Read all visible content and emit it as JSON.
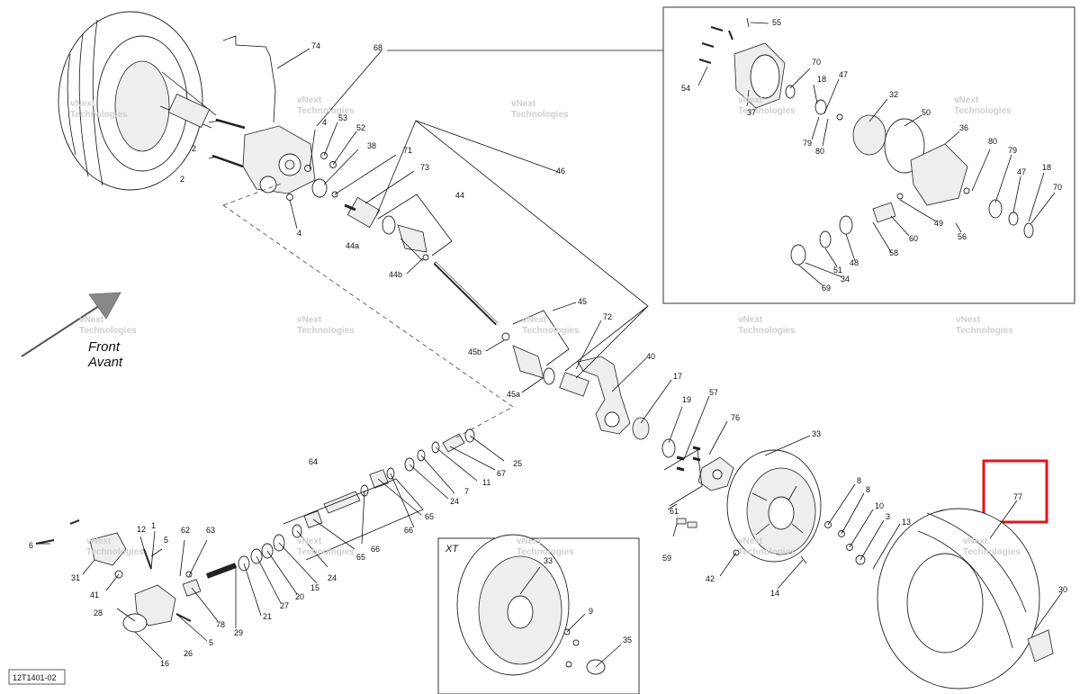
{
  "direction": {
    "front": "Front",
    "avant": "Avant"
  },
  "insets": {
    "xt_label": "XT"
  },
  "reference_code": "12T1401-02",
  "watermark": {
    "line1": "vNext",
    "line2": "Technologies"
  },
  "highlight_color": "#e0161b",
  "parts": {
    "p74": "74",
    "p68": "68",
    "p2a": "2",
    "p2b": "2",
    "p4a": "4",
    "p53": "53",
    "p52": "52",
    "p38": "38",
    "p71": "71",
    "p73": "73",
    "p4b": "4",
    "p46": "46",
    "p44": "44",
    "p44a": "44a",
    "p44b": "44b",
    "p45": "45",
    "p45a": "45a",
    "p45b": "45b",
    "p72": "72",
    "p40": "40",
    "p17": "17",
    "p19": "19",
    "p57": "57",
    "p76": "76",
    "p33a": "33",
    "p61": "61",
    "p59": "59",
    "p42": "42",
    "p14": "14",
    "p8a": "8",
    "p8b": "8",
    "p10": "10",
    "p3": "3",
    "p13": "13",
    "p77": "77",
    "p30": "30",
    "p25": "25",
    "p67": "67",
    "p11": "11",
    "p7": "7",
    "p24a": "24",
    "p64": "64",
    "p66a": "66",
    "p65a": "65",
    "p66b": "66",
    "p65b": "65",
    "p24b": "24",
    "p15": "15",
    "p20": "20",
    "p27": "27",
    "p21": "21",
    "p29": "29",
    "p78": "78",
    "p5a": "5",
    "p5b": "5",
    "p26": "26",
    "p16": "16",
    "p28": "28",
    "p41": "41",
    "p31": "31",
    "p6": "6",
    "p12": "12",
    "p1": "1",
    "p62": "62",
    "p63": "63",
    "p33b": "33",
    "p9": "9",
    "p35": "35",
    "p55": "55",
    "p54": "54",
    "p37": "37",
    "p70a": "70",
    "p18a": "18",
    "p47a": "47",
    "p32": "32",
    "p79a": "79",
    "p80a": "80",
    "p50": "50",
    "p36": "36",
    "p80b": "80",
    "p79b": "79",
    "p47b": "47",
    "p18b": "18",
    "p70b": "70",
    "p49": "49",
    "p56": "56",
    "p60": "60",
    "p58": "58",
    "p48": "48",
    "p51": "51",
    "p34": "34",
    "p69": "69"
  }
}
